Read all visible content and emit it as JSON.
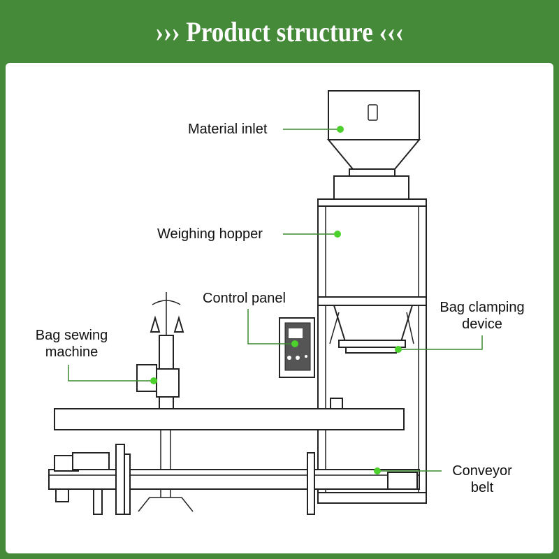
{
  "header": {
    "title": "››› Product structure ‹‹‹"
  },
  "labels": {
    "material_inlet": "Material inlet",
    "weighing_hopper": "Weighing hopper",
    "control_panel": "Control panel",
    "bag_sewing_machine_line1": "Bag sewing",
    "bag_sewing_machine_line2": "machine",
    "bag_clamping_line1": "Bag clamping",
    "bag_clamping_line2": "device",
    "conveyor_line1": "Conveyor",
    "conveyor_line2": "belt"
  },
  "colors": {
    "brand_green": "#448a38",
    "marker_green": "#4cd02c"
  }
}
